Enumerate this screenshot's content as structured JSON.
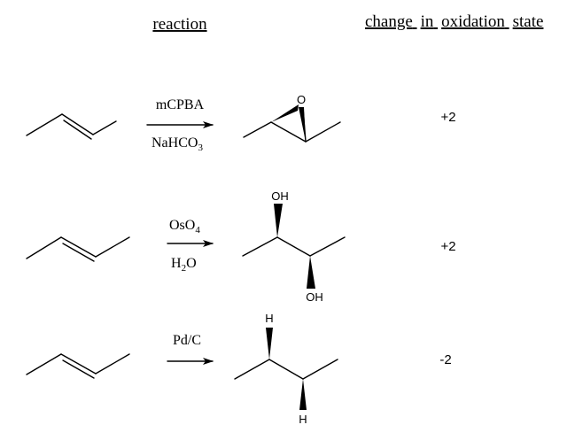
{
  "headers": {
    "reaction": "reaction",
    "change_words": [
      "change",
      "in",
      "oxidation",
      "state"
    ]
  },
  "rows": [
    {
      "reagent_top": "mCPBA",
      "reagent_bottom": {
        "base": "NaHCO",
        "sub": "3"
      },
      "product_atoms": [
        "O"
      ],
      "oxidation_change": "+2"
    },
    {
      "reagent_top": {
        "base": "OsO",
        "sub": "4"
      },
      "reagent_bottom": {
        "base": "H",
        "sub": "2",
        "tail": "O"
      },
      "product_atoms": [
        "OH",
        "OH"
      ],
      "oxidation_change": "+2"
    },
    {
      "reagent_top": "Pd/C",
      "reagent_bottom": "",
      "product_atoms": [
        "H",
        "H"
      ],
      "oxidation_change": "-2"
    }
  ]
}
